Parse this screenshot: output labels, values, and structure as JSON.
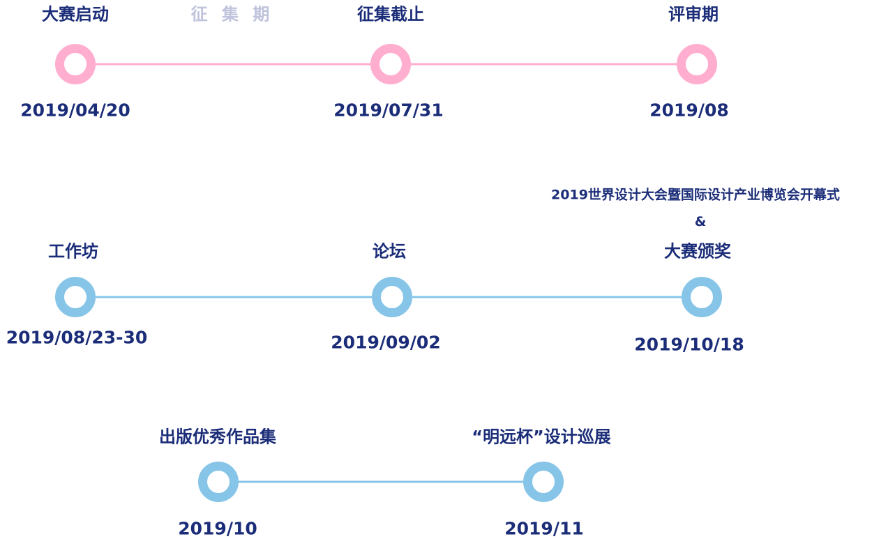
{
  "colors": {
    "text": "#1b2d78",
    "muted": "#bfc3dc",
    "pink": "#ffaed0",
    "blue": "#87c5e8"
  },
  "row1": {
    "period_label": "征 集 期",
    "events": [
      {
        "title": "大赛启动",
        "date": "2019/04/20"
      },
      {
        "title": "征集截止",
        "date": "2019/07/31"
      },
      {
        "title": "评审期",
        "date": "2019/08"
      }
    ]
  },
  "row2": {
    "events": [
      {
        "title": "工作坊",
        "date": "2019/08/23-30"
      },
      {
        "title": "论坛",
        "date": "2019/09/02"
      },
      {
        "title_line1": "2019世界设计大会暨国际设计产业博览会开幕式",
        "title_amp": "&",
        "title": "大赛颁奖",
        "date": "2019/10/18"
      }
    ]
  },
  "row3": {
    "events": [
      {
        "title": "出版优秀作品集",
        "date": "2019/10"
      },
      {
        "title": "“明远杯”设计巡展",
        "date": "2019/11"
      }
    ]
  }
}
